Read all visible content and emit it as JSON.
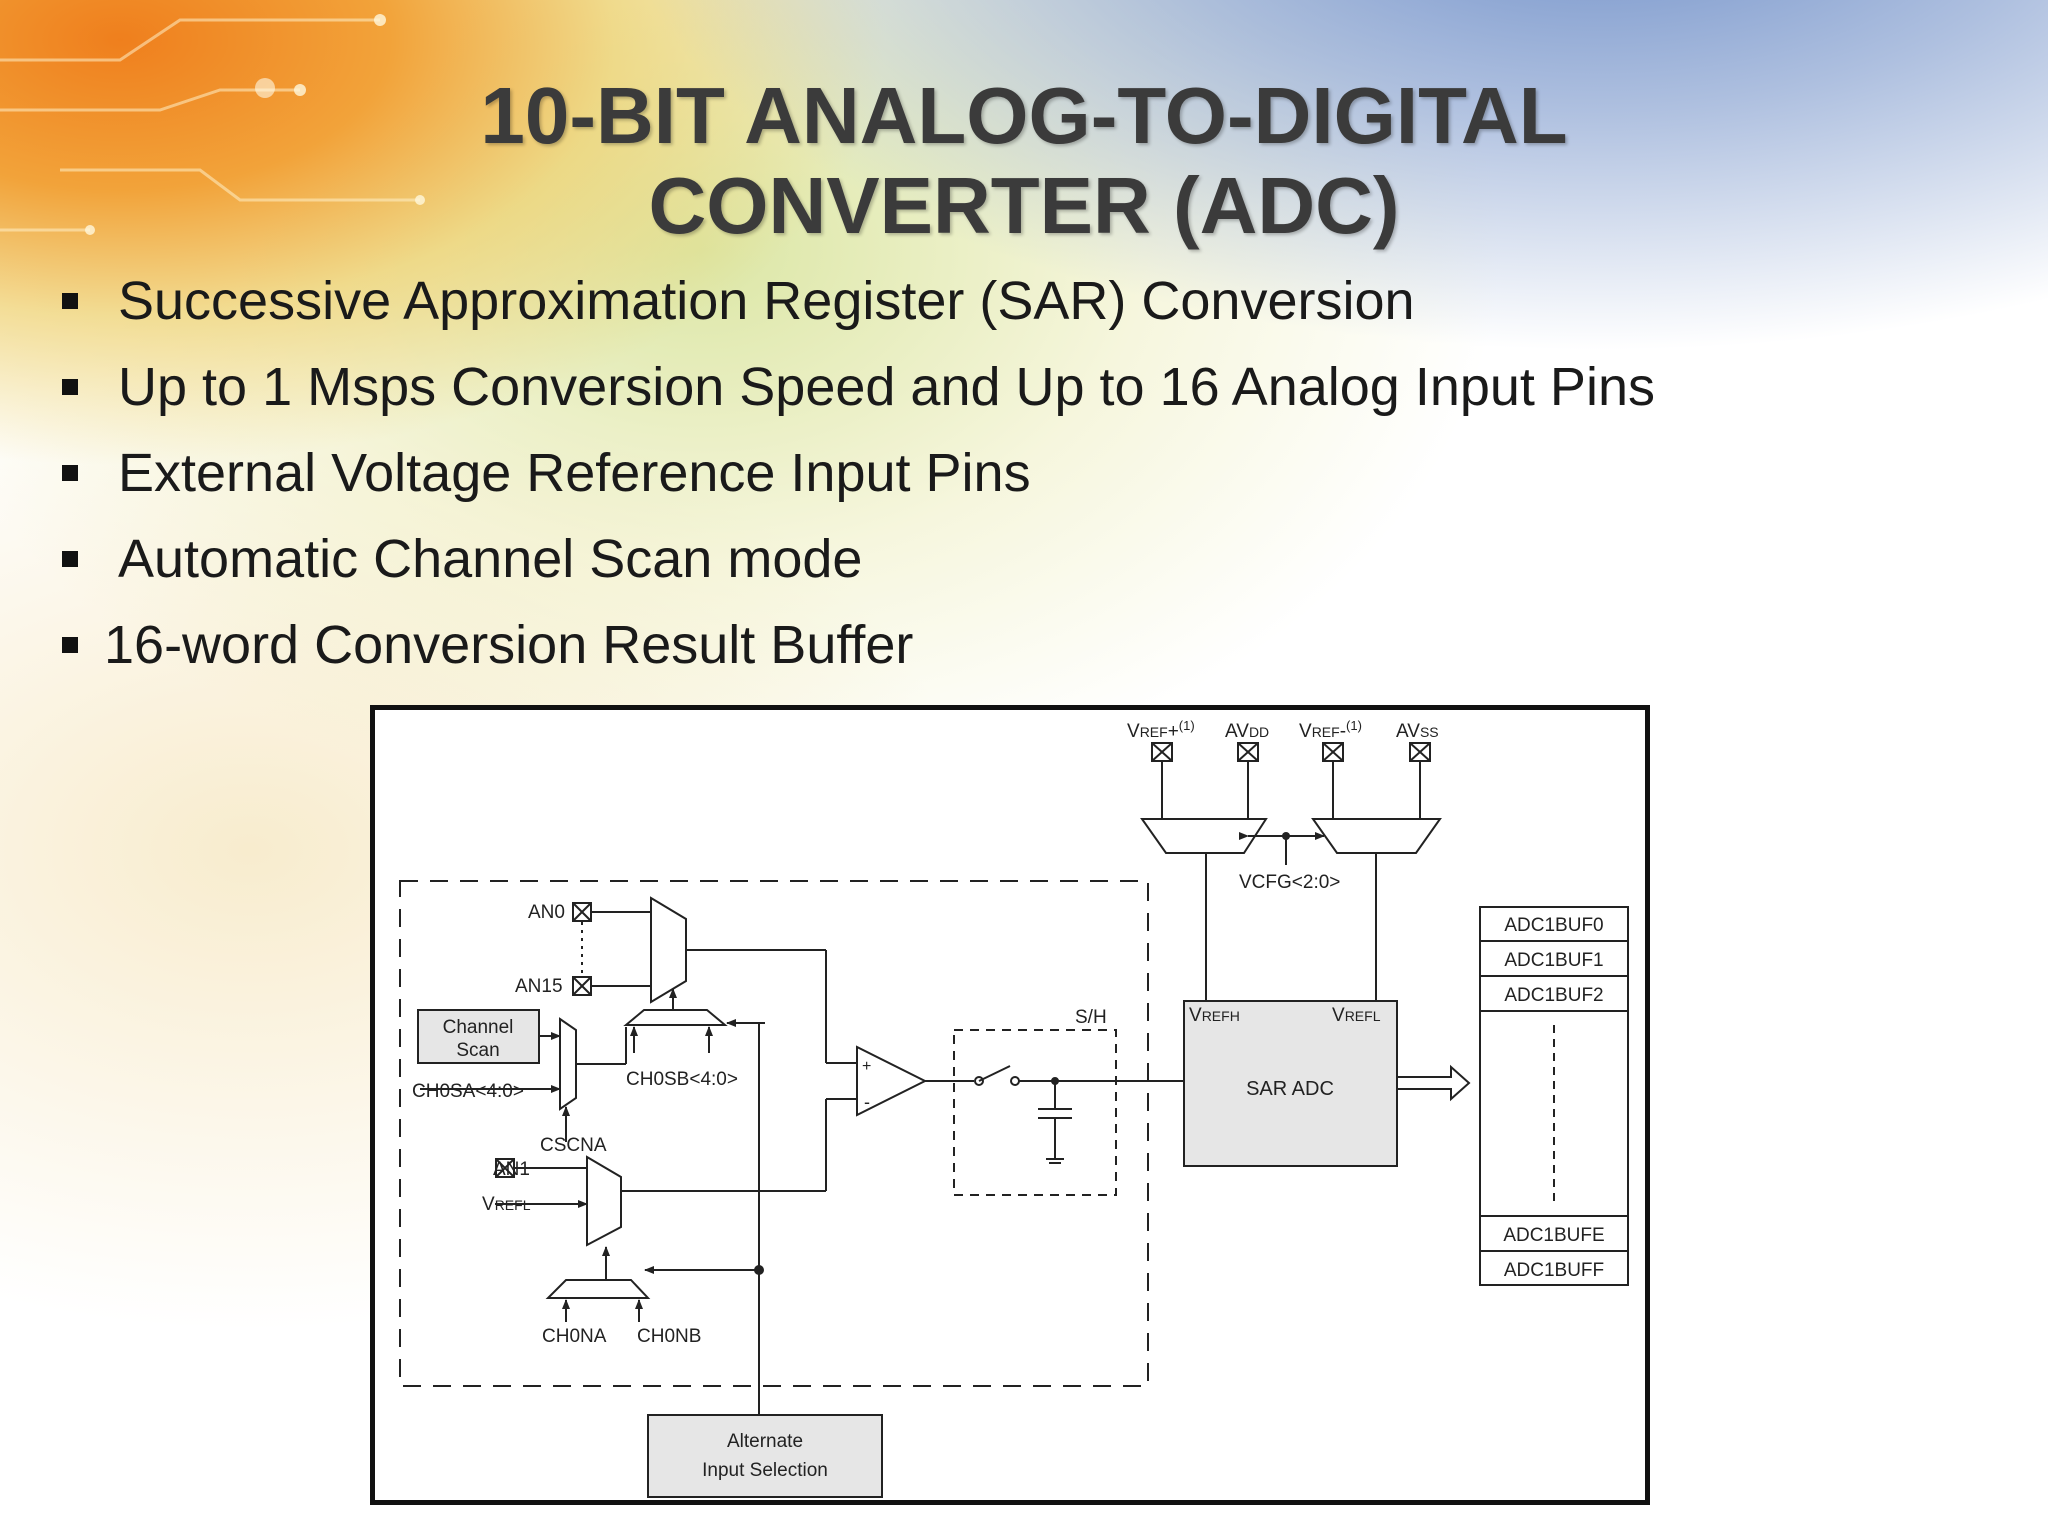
{
  "slide": {
    "title_line1": "10-BIT ANALOG-TO-DIGITAL",
    "title_line2": "CONVERTER (ADC)",
    "bullets": [
      "Successive Approximation Register (SAR) Conversion",
      "Up to 1 Msps Conversion Speed and  Up to 16 Analog Input Pins",
      "External Voltage Reference Input Pins",
      "Automatic Channel Scan mode",
      "16-word Conversion Result Buffer"
    ]
  },
  "diagram": {
    "ref_pins": [
      {
        "main": "V",
        "sub": "REF",
        "suffix": "+",
        "sup": "(1)"
      },
      {
        "main": "AV",
        "sub": "DD",
        "suffix": "",
        "sup": ""
      },
      {
        "main": "V",
        "sub": "REF",
        "suffix": "-",
        "sup": "(1)"
      },
      {
        "main": "AV",
        "sub": "SS",
        "suffix": "",
        "sup": ""
      }
    ],
    "vcfg": "VCFG<2:0>",
    "an0": "AN0",
    "an15": "AN15",
    "an1": "AN1",
    "channel_scan_1": "Channel",
    "channel_scan_2": "Scan",
    "ch0sa": "CH0SA<4:0>",
    "ch0sb": "CH0SB<4:0>",
    "cscna": "CSCNA",
    "vrefl_in": {
      "main": "V",
      "sub": "REFL"
    },
    "ch0na": "CH0NA",
    "ch0nb": "CH0NB",
    "sh": "S/H",
    "plus": "+",
    "minus": "-",
    "vrefh": {
      "main": "V",
      "sub": "REFH"
    },
    "vrefl": {
      "main": "V",
      "sub": "REFL"
    },
    "sar_adc": "SAR ADC",
    "buffers_top": [
      "ADC1BUF0",
      "ADC1BUF1",
      "ADC1BUF2"
    ],
    "buffers_bottom": [
      "ADC1BUFE",
      "ADC1BUFF"
    ],
    "alt_input_1": "Alternate",
    "alt_input_2": "Input Selection"
  }
}
